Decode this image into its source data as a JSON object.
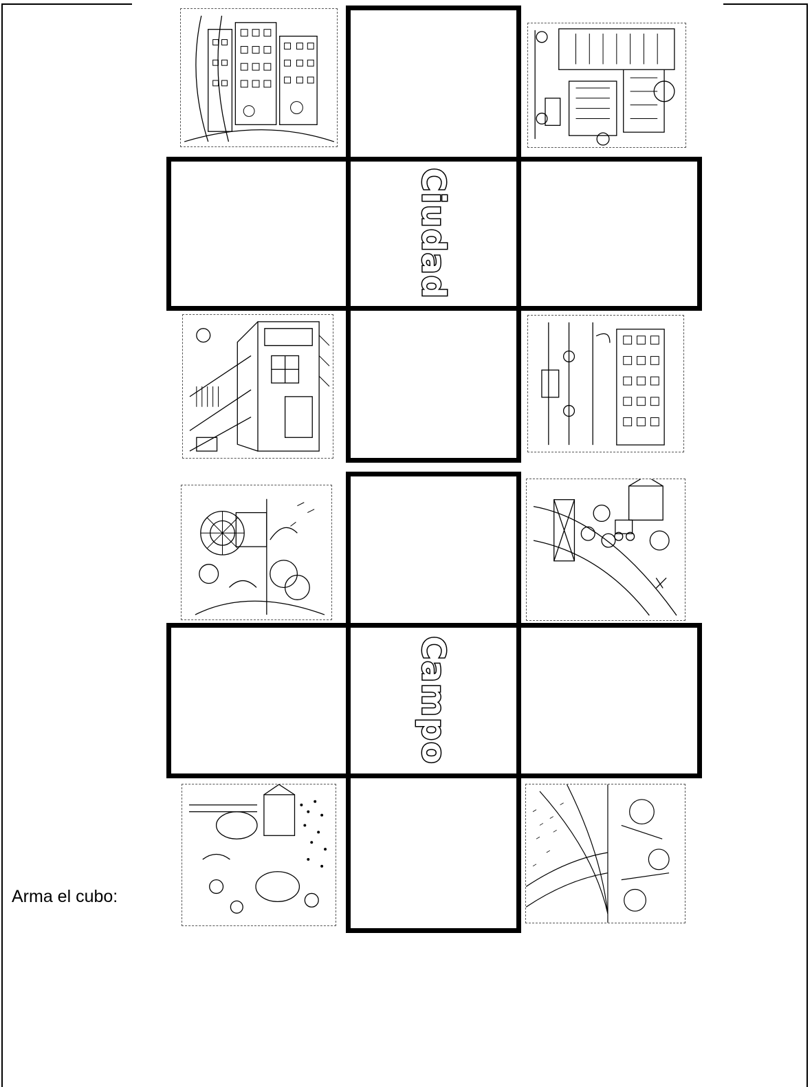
{
  "instruction": "Arma el cubo:",
  "nets": [
    {
      "label": "Ciudad",
      "theme": "city",
      "pictures": [
        "building-scene",
        "street-scene",
        "factory-scene",
        "apartments-scene"
      ]
    },
    {
      "label": "Campo",
      "theme": "countryside",
      "pictures": [
        "tractor-scene",
        "farm-fields-scene",
        "farm-animals-scene",
        "country-road-scene"
      ]
    }
  ],
  "icons": {
    "building-scene": "city-buildings-icon",
    "street-scene": "city-street-icon",
    "factory-scene": "factory-icon",
    "apartments-scene": "apartments-icon",
    "tractor-scene": "tractor-icon",
    "farm-fields-scene": "farm-fields-icon",
    "farm-animals-scene": "farm-animals-icon",
    "country-road-scene": "country-road-icon"
  },
  "colors": {
    "line": "#000000",
    "dashed": "#555555",
    "paper": "#ffffff"
  }
}
